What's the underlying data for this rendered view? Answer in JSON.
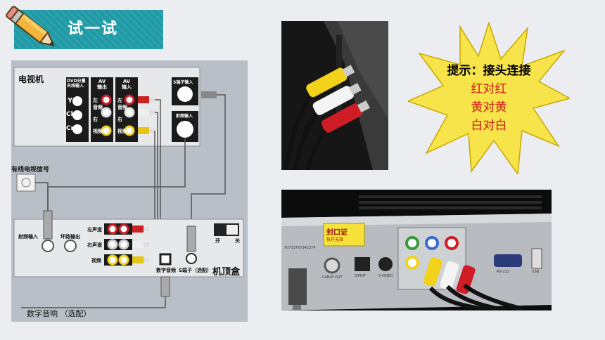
{
  "title": "试一试",
  "tip": {
    "heading": "提示：接头连接",
    "lines": [
      "红对红",
      "黄对黄",
      "白对白"
    ]
  },
  "diagram": {
    "tv_label": "电视机",
    "dvd_header": "DVD分量\n天线输入",
    "av_out_header": "AV\n输出",
    "av_in_header": "AV\n输入",
    "s_in_header": "S端子输入",
    "rf_in_label": "射频输入",
    "y": "Y",
    "cb": "Cb",
    "cr": "Cr",
    "left": "左",
    "audio": "音频",
    "right": "右",
    "video": "视频",
    "cable_label": "有线电视信号",
    "stb_rf_in": "射频输入",
    "stb_loop_out": "环路输出",
    "left_ch": "左声道",
    "right_ch": "右声道",
    "video_ch": "视频",
    "digital_audio": "数字音频",
    "s_terminal": "S端子（选配）",
    "stb_label": "机顶盒",
    "switch_on": "开",
    "switch_off": "关",
    "digital_audio_optional": "数字音响 （选配）"
  },
  "photo2_labels": {
    "sticker_line1": "封口证",
    "sticker_line2": "拆开无效",
    "barcode": "T0733757342374",
    "cable_out": "CABLE OUT",
    "spdif": "S/PDIF",
    "svideo": "S-VIDEO",
    "rs232": "RS-232",
    "usb": "USB"
  },
  "colors": {
    "banner": "#1e9aa6",
    "star": "#f7e34a",
    "tip_red": "#d01818",
    "rca_yellow": "#f2d21a",
    "rca_red": "#d01c25",
    "rca_white": "#f4f4f4"
  }
}
